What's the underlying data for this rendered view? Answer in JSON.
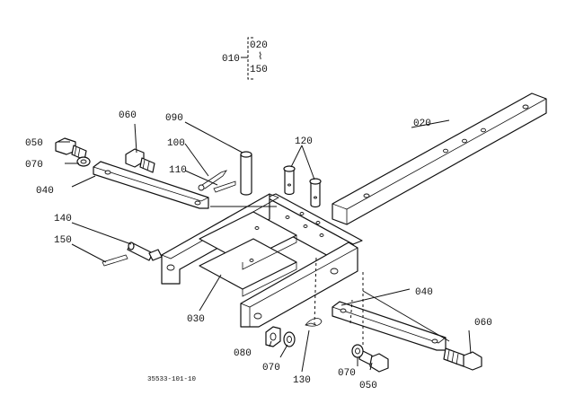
{
  "diagram": {
    "range_group": {
      "label": "010",
      "from": "020",
      "to": "150",
      "range_mark": "⌇"
    },
    "parts": {
      "p020": "020",
      "p030": "030",
      "p040a": "040",
      "p040b": "040",
      "p050a": "050",
      "p050b": "050",
      "p060a": "060",
      "p060b": "060",
      "p070a": "070",
      "p070b": "070",
      "p070c": "070",
      "p080": "080",
      "p090": "090",
      "p100": "100",
      "p110": "110",
      "p120": "120",
      "p130": "130",
      "p140": "140",
      "p150": "150"
    },
    "drawing_number": "35533-101-10"
  }
}
